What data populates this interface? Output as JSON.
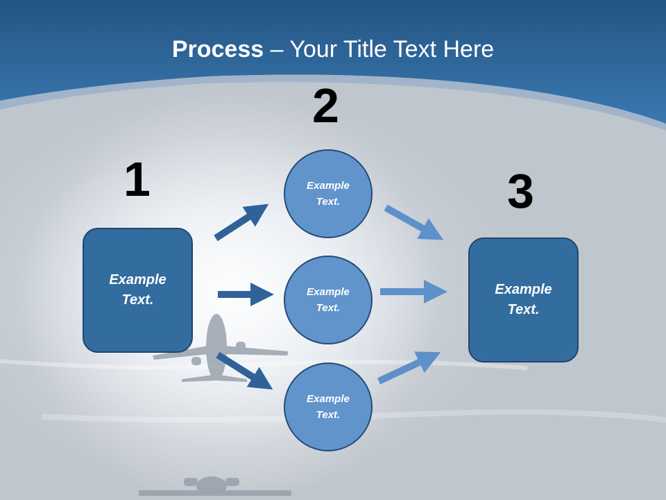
{
  "title": {
    "bold": "Process",
    "rest": " – Your Title Text Here"
  },
  "steps": [
    {
      "number": "1",
      "text": "Example Text."
    },
    {
      "number": "2",
      "items": [
        {
          "text": "Example Text."
        },
        {
          "text": "Example Text."
        },
        {
          "text": "Example Text."
        }
      ]
    },
    {
      "number": "3",
      "text": "Example Text."
    }
  ],
  "colors": {
    "header_blue": "#2b6299",
    "box_fill": "#336c9f",
    "circle_fill": "#6294cc",
    "arrow_dark": "#2f6398",
    "arrow_light": "#5e90c9"
  }
}
